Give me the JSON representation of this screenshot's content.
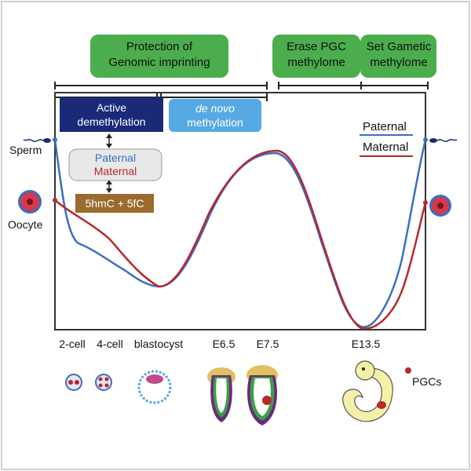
{
  "phases": {
    "protection": [
      "Protection of",
      "Genomic imprinting"
    ],
    "erase": [
      "Erase  PGC",
      "methylome"
    ],
    "set": [
      "Set Gametic",
      "methylome"
    ]
  },
  "boxes": {
    "active": [
      "Active",
      "demethylation"
    ],
    "denovo": [
      "de novo",
      "methylation"
    ],
    "parental": [
      "Paternal",
      "Maternal"
    ],
    "hmc": "5hmC + 5fC"
  },
  "legend": {
    "paternal": "Paternal",
    "maternal": "Maternal"
  },
  "side_labels": {
    "sperm": "Sperm",
    "oocyte": "Oocyte",
    "pgcs": "PGCs"
  },
  "stages": [
    "2-cell",
    "4-cell",
    "blastocyst",
    "E6.5",
    "E7.5",
    "E13.5"
  ],
  "colors": {
    "paternal": "#3a6ec4",
    "maternal": "#b8282c",
    "phase_green": "#4cad4d",
    "active_box": "#1a2a78",
    "denovo_box": "#56a9e3",
    "hmc_box": "#9b6a2e",
    "embryo": "#f5f0a8"
  }
}
